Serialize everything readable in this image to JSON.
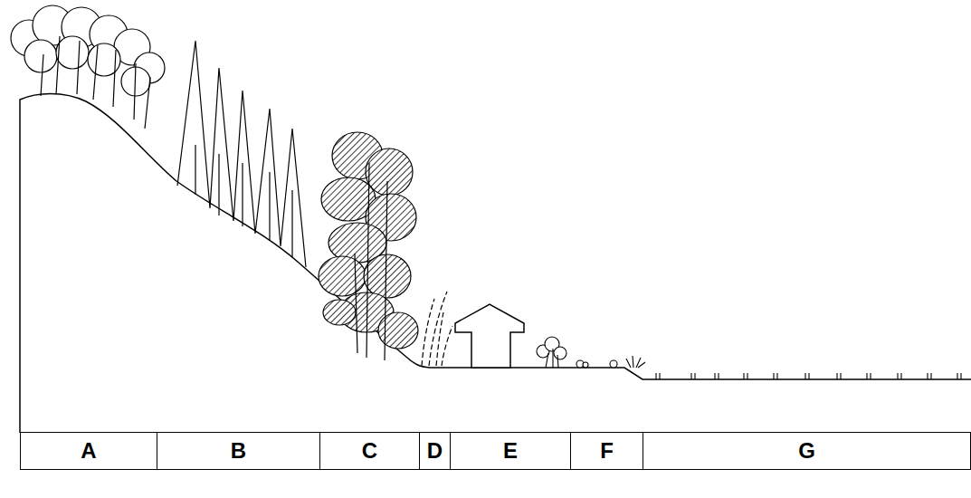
{
  "diagram": {
    "nodes": [
      {
        "text": [
          "A"
        ]
      },
      {
        "text": [
          "B"
        ]
      },
      {
        "text": [
          "C"
        ]
      },
      {
        "text": [
          "D"
        ]
      },
      {
        "text": [
          "E"
        ]
      },
      {
        "text": [
          "F"
        ]
      },
      {
        "text": [
          "G"
        ]
      }
    ]
  }
}
